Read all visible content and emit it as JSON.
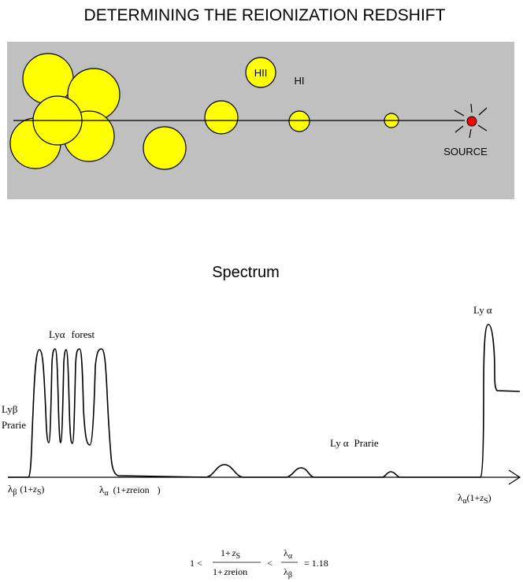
{
  "title": "DETERMINING THE REIONIZATION REDSHIFT",
  "colors": {
    "panel": "#c0c0c0",
    "bubble": "#ffff00",
    "source": "#ff0000",
    "ink": "#000000"
  },
  "panel_labels": {
    "hii": "HII",
    "hi": "HI",
    "source": "SOURCE"
  },
  "spectrum": {
    "title": "Spectrum",
    "lya_forest": {
      "ly": "Ly",
      "alpha": "α",
      "word": "forest"
    },
    "lyb_prarie": {
      "ly": "Ly",
      "beta": "β",
      "word": "Prarie"
    },
    "lya_prarie": {
      "ly": "Ly",
      "alpha": "α",
      "word": "Prarie"
    },
    "lya_peak": {
      "ly": "Ly",
      "alpha": "α"
    },
    "axis_labels": {
      "lambda_beta": {
        "lambda": "λ",
        "sub": "β",
        "open": "(1+",
        "z": "z",
        "zsub": "S",
        "close": ")"
      },
      "lambda_alpha_reion": {
        "lambda": "λ",
        "sub": "α",
        "open": "(1+",
        "z": "z",
        "zsub": "reion",
        "close": ")"
      },
      "lambda_alpha_s": {
        "lambda": "λ",
        "sub": "α",
        "open": "(1+",
        "z": "z",
        "zsub": "S",
        "close": ")"
      }
    }
  },
  "equation": {
    "lhs": "1 <",
    "num": {
      "one": "1+",
      "z": "z",
      "zsub": "S"
    },
    "den": {
      "one": "1+",
      "z": "z",
      "zsub": "reion"
    },
    "lt": "<",
    "ratio_num": {
      "lambda": "λ",
      "sub": "α"
    },
    "ratio_den": {
      "lambda": "λ",
      "sub": "β"
    },
    "rhs": "= 1.18"
  }
}
